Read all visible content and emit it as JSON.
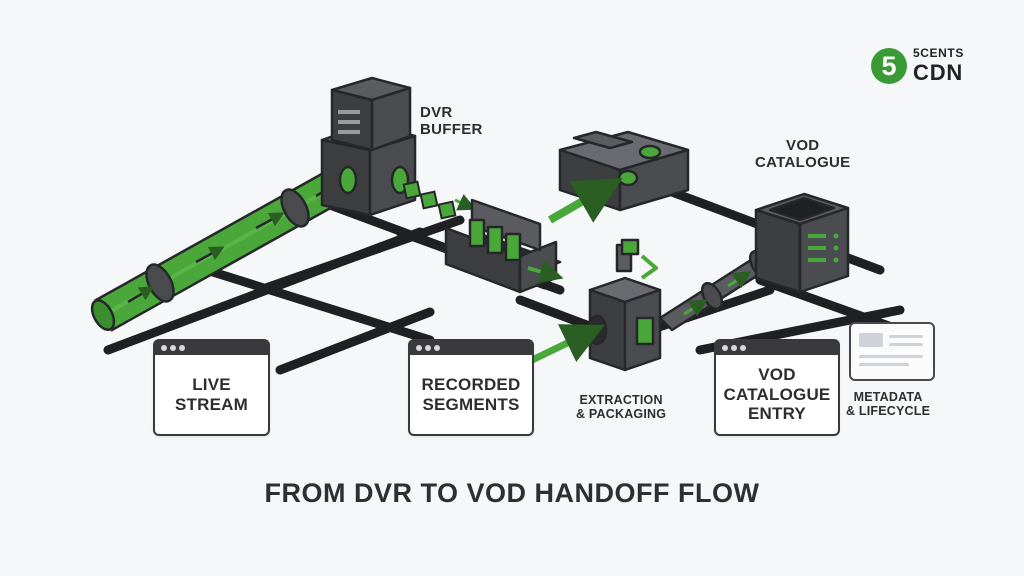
{
  "logo": {
    "mark": "5",
    "line1": "5CENTS",
    "line2": "CDN"
  },
  "title": "FROM DVR TO VOD HANDOFF FLOW",
  "labels": {
    "dvr_buffer": [
      "DVR",
      "BUFFER"
    ],
    "vod_catalogue": [
      "VOD",
      "CATALOGUE"
    ],
    "extraction": [
      "EXTRACTION",
      "& PACKAGING"
    ],
    "metadata": [
      "METADATA",
      "& LIFECYCLE"
    ]
  },
  "cards": {
    "live_stream": [
      "LIVE",
      "STREAM"
    ],
    "recorded_segments": [
      "RECORDED",
      "SEGMENTS"
    ],
    "vod_entry": [
      "VOD",
      "CATALOGUE",
      "ENTRY"
    ]
  },
  "colors": {
    "accent_green": "#4aa83a",
    "dark_gray": "#3d3e40",
    "outline": "#26272a",
    "background": "#f6f7f8"
  }
}
